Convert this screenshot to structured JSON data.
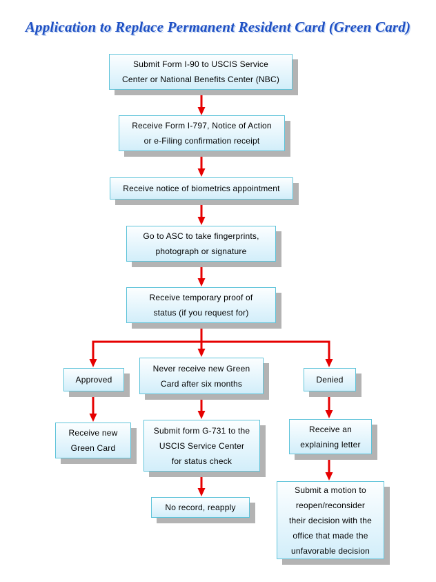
{
  "title": "Application to Replace Permanent Resident Card (Green Card)",
  "colors": {
    "title_text": "#1e50c4",
    "arrow": "#e60000",
    "node_border": "#5ec3d9",
    "node_fill_top": "#fcfeff",
    "node_fill_bottom": "#d2eefa",
    "node_shadow": "#b3b3b3",
    "node_text": "#000000",
    "background": "#ffffff"
  },
  "flowchart": {
    "nodes": {
      "submit_i90": "Submit Form I-90 to USCIS Service\nCenter or National Benefits Center (NBC)",
      "receive_i797": "Receive Form I-797, Notice of Action\nor e-Filing confirmation receipt",
      "biometrics": "Receive notice of biometrics appointment",
      "asc": "Go to ASC to take fingerprints,\nphotograph or signature",
      "temp_proof": "Receive temporary proof of\nstatus (if you request for)",
      "approved": "Approved",
      "never_receive": "Never receive new Green\nCard after six months",
      "denied": "Denied",
      "new_card": "Receive new\nGreen Card",
      "g731": "Submit form G-731 to the\nUSCIS Service Center\nfor status check",
      "explain_letter": "Receive an\nexplaining letter",
      "no_record": "No record, reapply",
      "motion": "Submit a motion to\nreopen/reconsider\ntheir decision with the\noffice that made the\nunfavorable decision"
    }
  }
}
